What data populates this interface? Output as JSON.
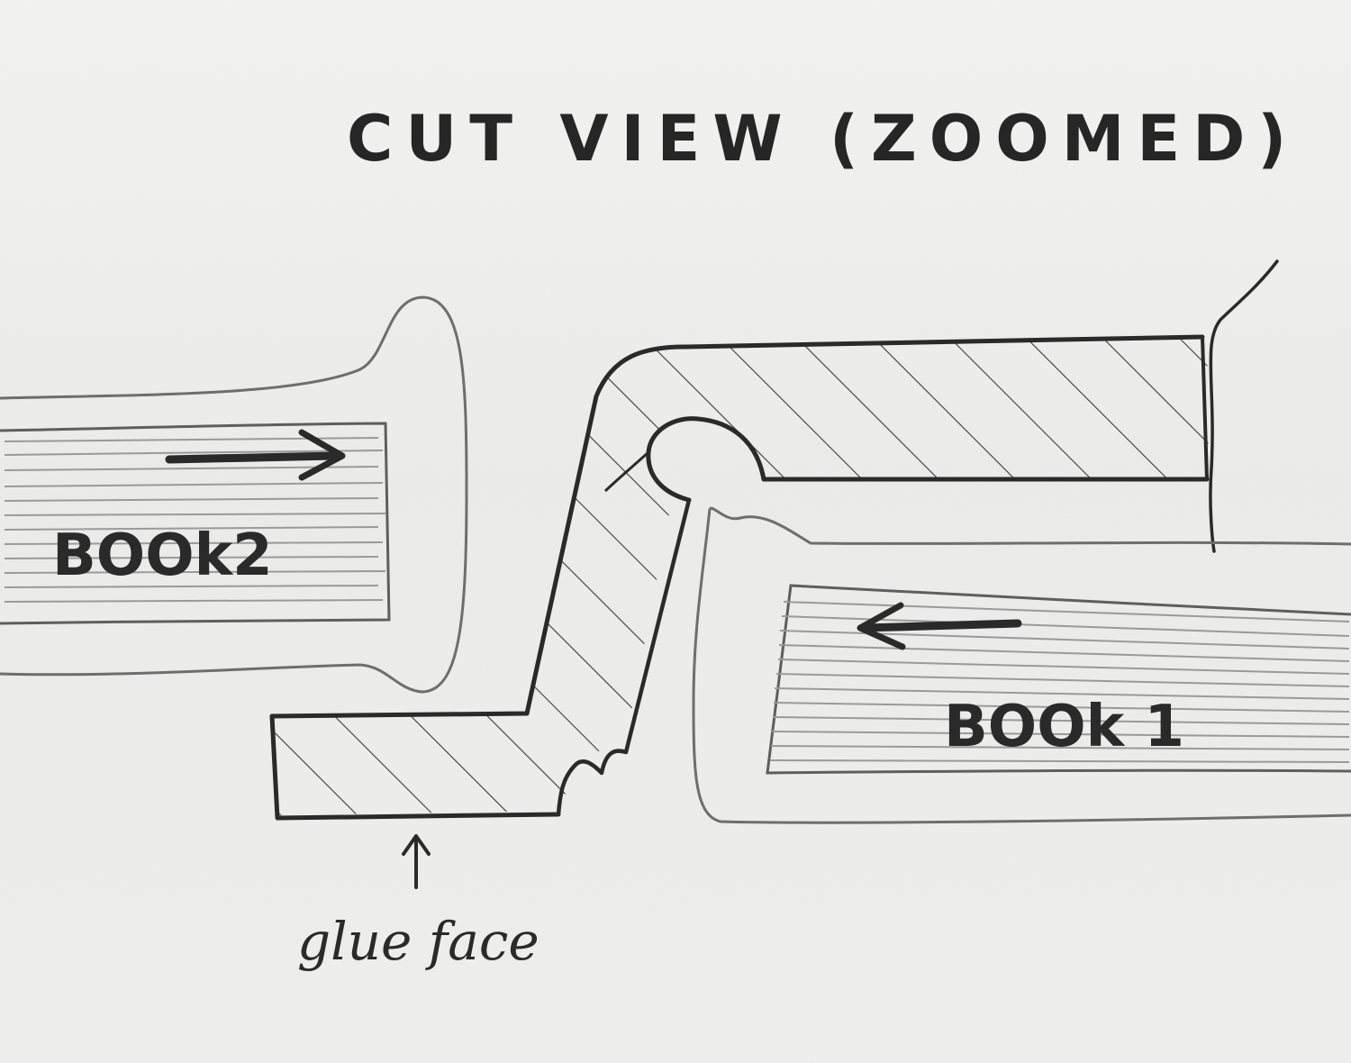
{
  "diagram": {
    "title": "CUT VIEW (ZOOMED)",
    "labels": {
      "book2": "BOOk2",
      "book1": "BOOk 1",
      "glue_face": "glue face"
    },
    "colors": {
      "paper": "#f0f0ef",
      "pencil_dark": "#2a2a2a",
      "pencil_light": "#6a6a6a",
      "pencil_shading": "#9a9a9a"
    }
  }
}
